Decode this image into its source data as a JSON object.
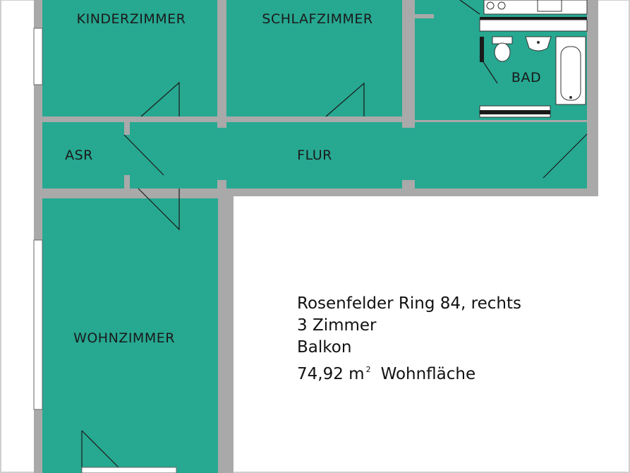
{
  "rooms": {
    "kinderzimmer": "KINDERZIMMER",
    "schlafzimmer": "SCHLAFZIMMER",
    "bad": "BAD",
    "asr": "ASR",
    "flur": "FLUR",
    "wohnzimmer": "WOHNZIMMER"
  },
  "info": {
    "address": "Rosenfelder Ring 84, rechts",
    "rooms_count": "3 Zimmer",
    "balcony": "Balkon",
    "area_value": "74,92 m",
    "area_sup": "2",
    "area_label": "Wohnfläche"
  },
  "colors": {
    "room_fill": "#27a891",
    "wall": "#a9a9a9",
    "background": "#ffffff",
    "frame": "#bdbdbd"
  }
}
